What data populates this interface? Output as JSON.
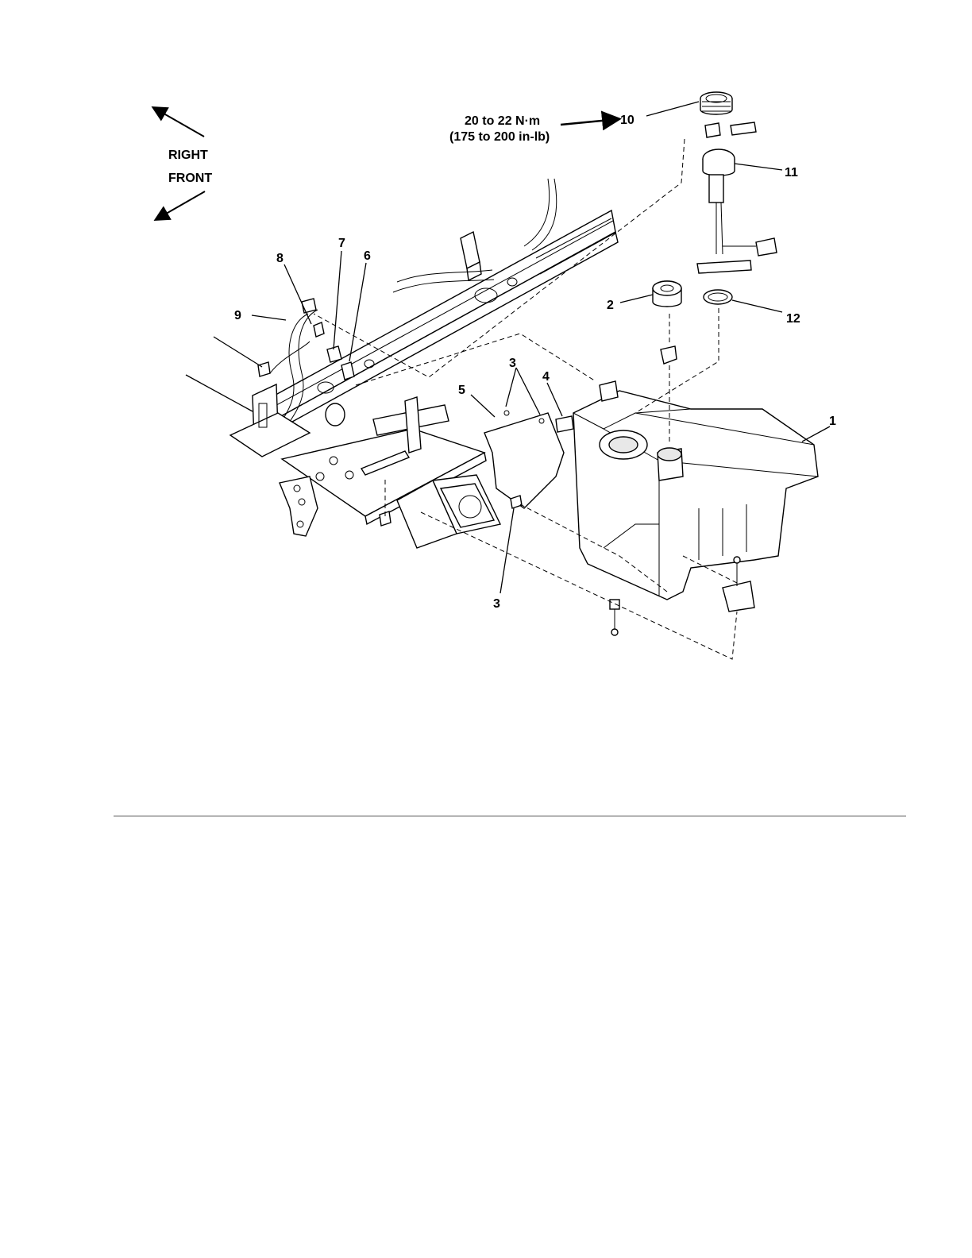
{
  "directions": {
    "right": "RIGHT",
    "front": "FRONT"
  },
  "torque": {
    "line1": "20 to 22 N·m",
    "line2": "(175 to 200 in-lb)"
  },
  "callouts": {
    "c1": "1",
    "c2": "2",
    "c3a": "3",
    "c3b": "3",
    "c4": "4",
    "c5": "5",
    "c6": "6",
    "c7": "7",
    "c8": "8",
    "c9": "9",
    "c10": "10",
    "c11": "11",
    "c12": "12"
  }
}
